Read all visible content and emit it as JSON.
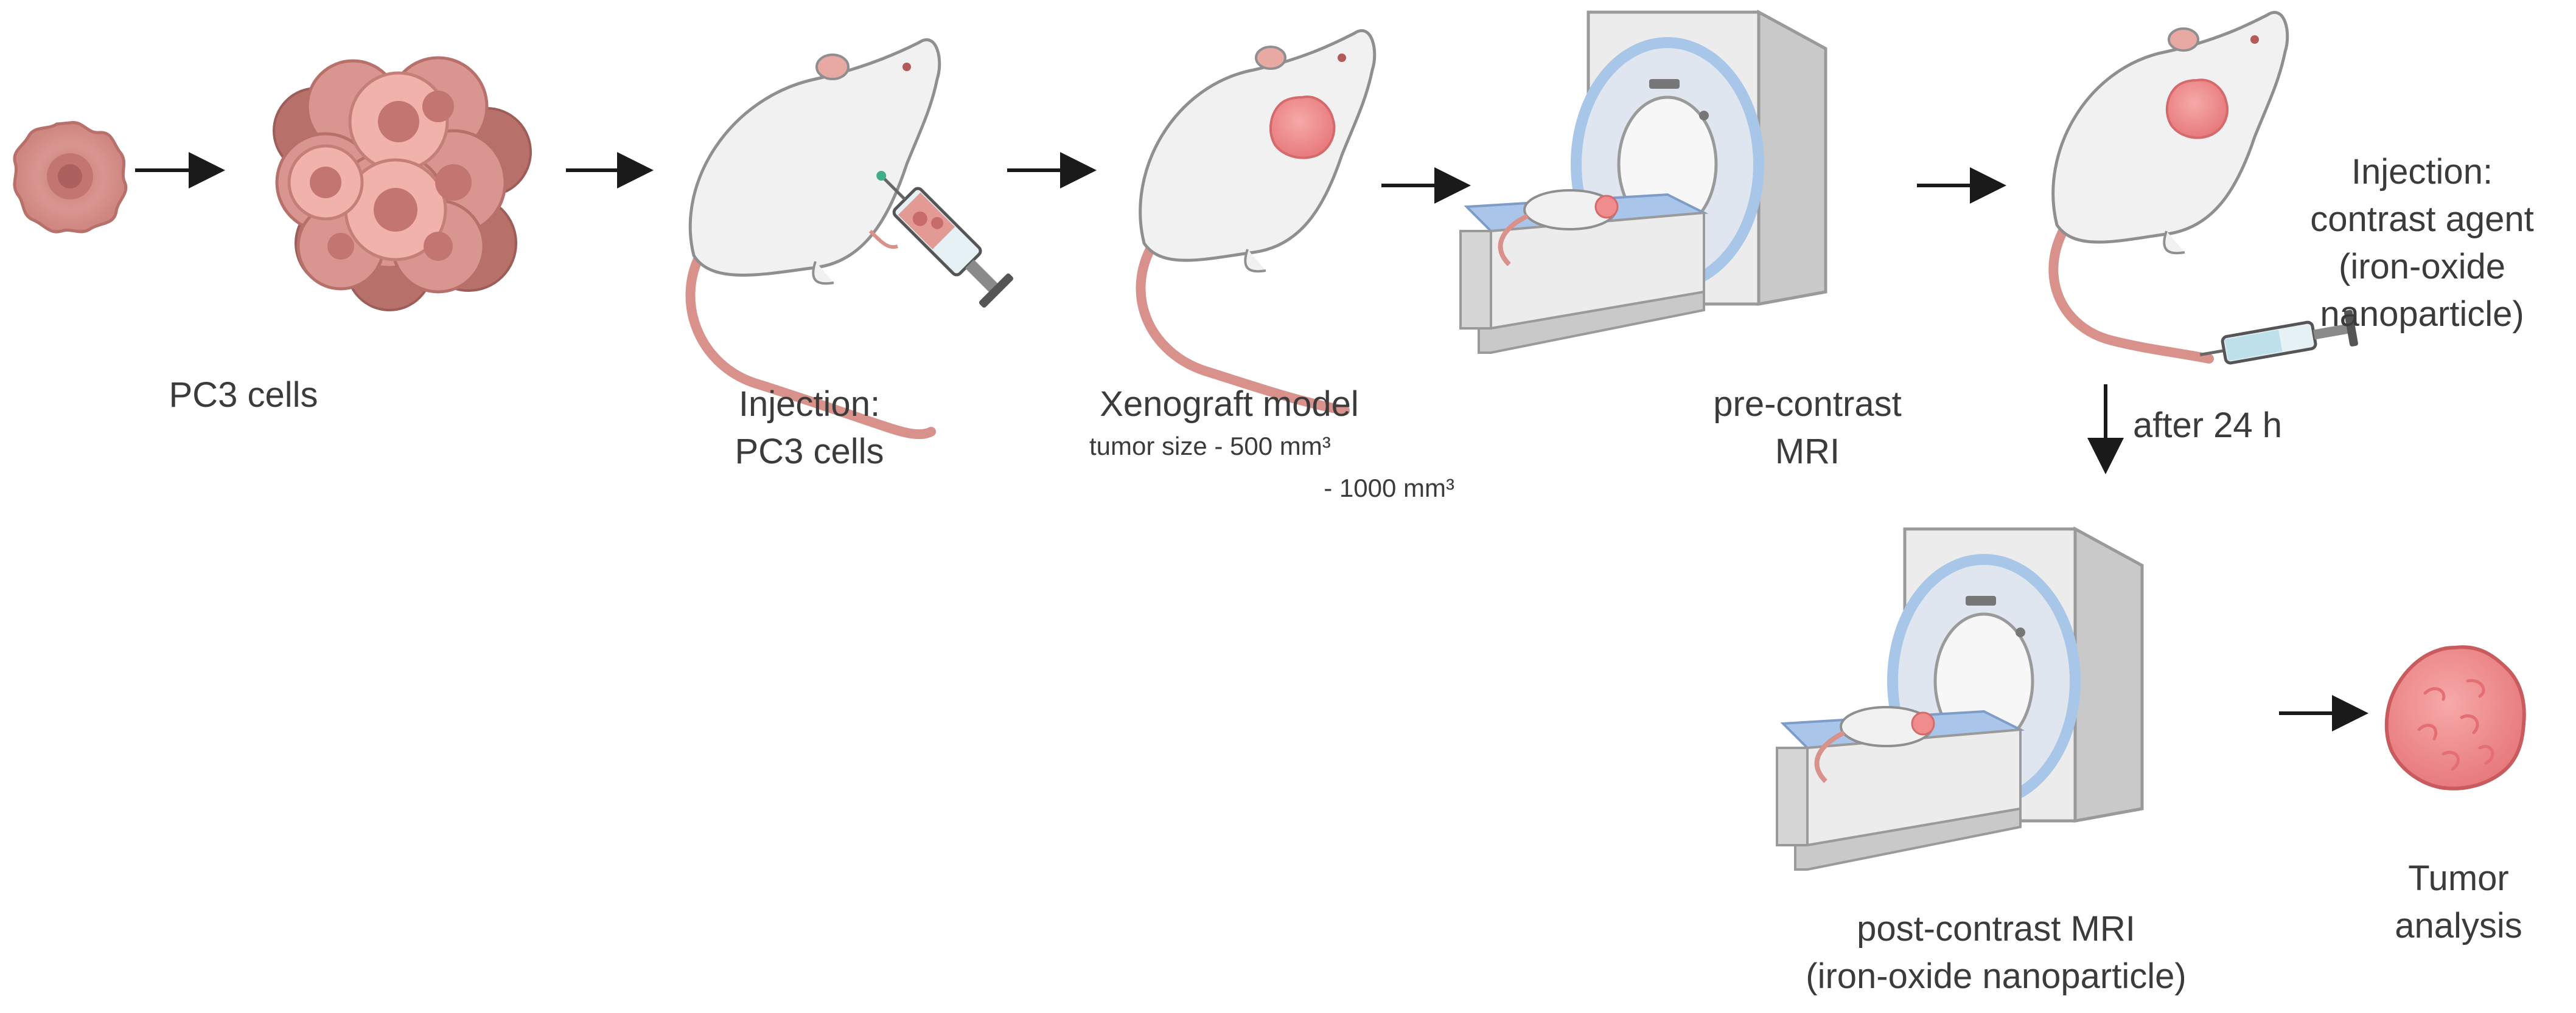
{
  "labels": {
    "pc3_cells": "PC3 cells",
    "injection_pc3_line1": "Injection:",
    "injection_pc3_line2": "PC3 cells",
    "xenograft_title": "Xenograft model",
    "tumor_size_line1": "tumor size - 500 mm³",
    "tumor_size_line2": "- 1000 mm³",
    "precontrast_line1": "pre-contrast",
    "precontrast_line2": "MRI",
    "injection_contrast_line1": "Injection:",
    "injection_contrast_line2": "contrast agent",
    "injection_contrast_line3": "(iron-oxide",
    "injection_contrast_line4": "nanoparticle)",
    "after_24h": "after 24 h",
    "postcontrast_line1": "post-contrast MRI",
    "postcontrast_line2": "(iron-oxide nanoparticle)",
    "tumor_analysis_line1": "Tumor",
    "tumor_analysis_line2": "analysis"
  },
  "colors": {
    "text": "#3b3b3b",
    "arrow": "#1a1a1a",
    "mouse_body": "#f1f1f1",
    "mouse_outline": "#8f8f8f",
    "mouse_pink": "#e8a9a3",
    "tail": "#d9918c",
    "cell_base": "#d78a84",
    "cell_dark": "#b86a66",
    "tumor": "#f08c8c",
    "tumor_dark": "#d46a6c",
    "mri_body": "#ececec",
    "mri_shadow": "#c9c9c9",
    "mri_ring": "#a8c7e8",
    "bed_blue": "#a9c6ea",
    "syringe_liquid": "#bde0ea"
  }
}
